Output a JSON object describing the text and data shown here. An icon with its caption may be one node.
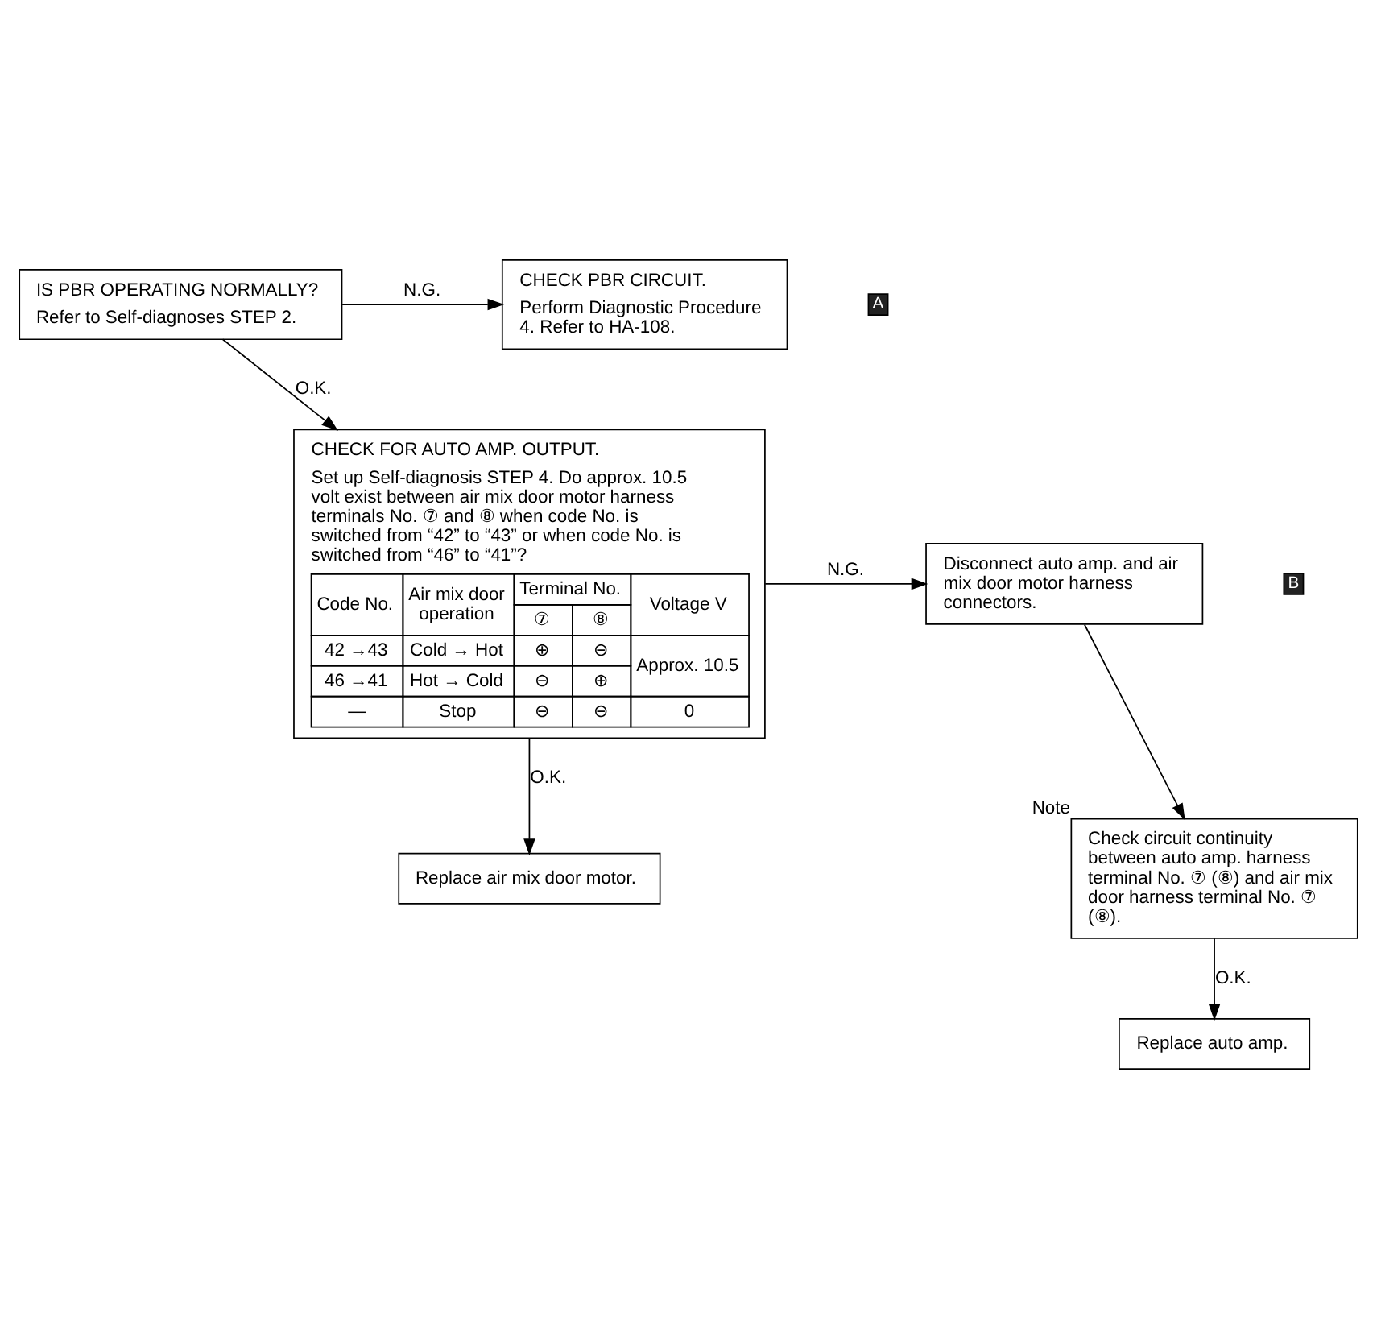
{
  "diagram": {
    "nodes": [
      {
        "text": [
          "IS PBR OPERATING NORMALLY?",
          "Refer to Self-diagnoses STEP 2."
        ]
      },
      {
        "text": [
          "CHECK PBR CIRCUIT.",
          "Perform Diagnostic Procedure 4. Refer to HA-108."
        ]
      },
      {
        "text": [
          "CHECK FOR AUTO AMP. OUTPUT.",
          "Set up Self-diagnosis STEP 4. Do approx. 10.5 volt exist between air mix door motor harness terminals No. ⑦ and ⑧ when code No. is switched from “42” to “43” or when code No. is switched from “46” to “41”?",
          "Code No.",
          "Air mix door operation",
          "Terminal No.",
          "Voltage V",
          "⑦",
          "⑧",
          "42 →43",
          "Cold → Hot",
          "⊕",
          "⊖",
          "Approx. 10.5",
          "46 →41",
          "Hot → Cold",
          "⊖",
          "⊕",
          "—",
          "Stop",
          "⊖",
          "⊖",
          "0"
        ]
      },
      {
        "text": [
          "Disconnect auto amp. and air mix door motor harness connectors."
        ]
      },
      {
        "text": [
          "Check circuit continuity between auto amp. harness terminal No. ⑦ (⑧) and air mix door harness terminal No. ⑦ (⑧)."
        ],
        "beside": [
          "Note"
        ]
      },
      {
        "text": [
          "Replace auto amp."
        ]
      },
      {
        "text": [
          "Replace air mix door motor."
        ]
      }
    ],
    "edges": [
      {
        "from": 0,
        "to": 1,
        "arrow": "to",
        "label": "N.G."
      },
      {
        "from": 0,
        "to": 2,
        "arrow": "to",
        "label": "O.K."
      },
      {
        "from": 2,
        "to": 3,
        "arrow": "to",
        "label": "N.G."
      },
      {
        "from": 3,
        "to": 4,
        "arrow": "to"
      },
      {
        "from": 2,
        "to": 6,
        "arrow": "to",
        "label": "O.K."
      },
      {
        "from": 4,
        "to": 5,
        "arrow": "to",
        "label": "O.K."
      }
    ],
    "labels": [
      "A",
      "B"
    ]
  }
}
